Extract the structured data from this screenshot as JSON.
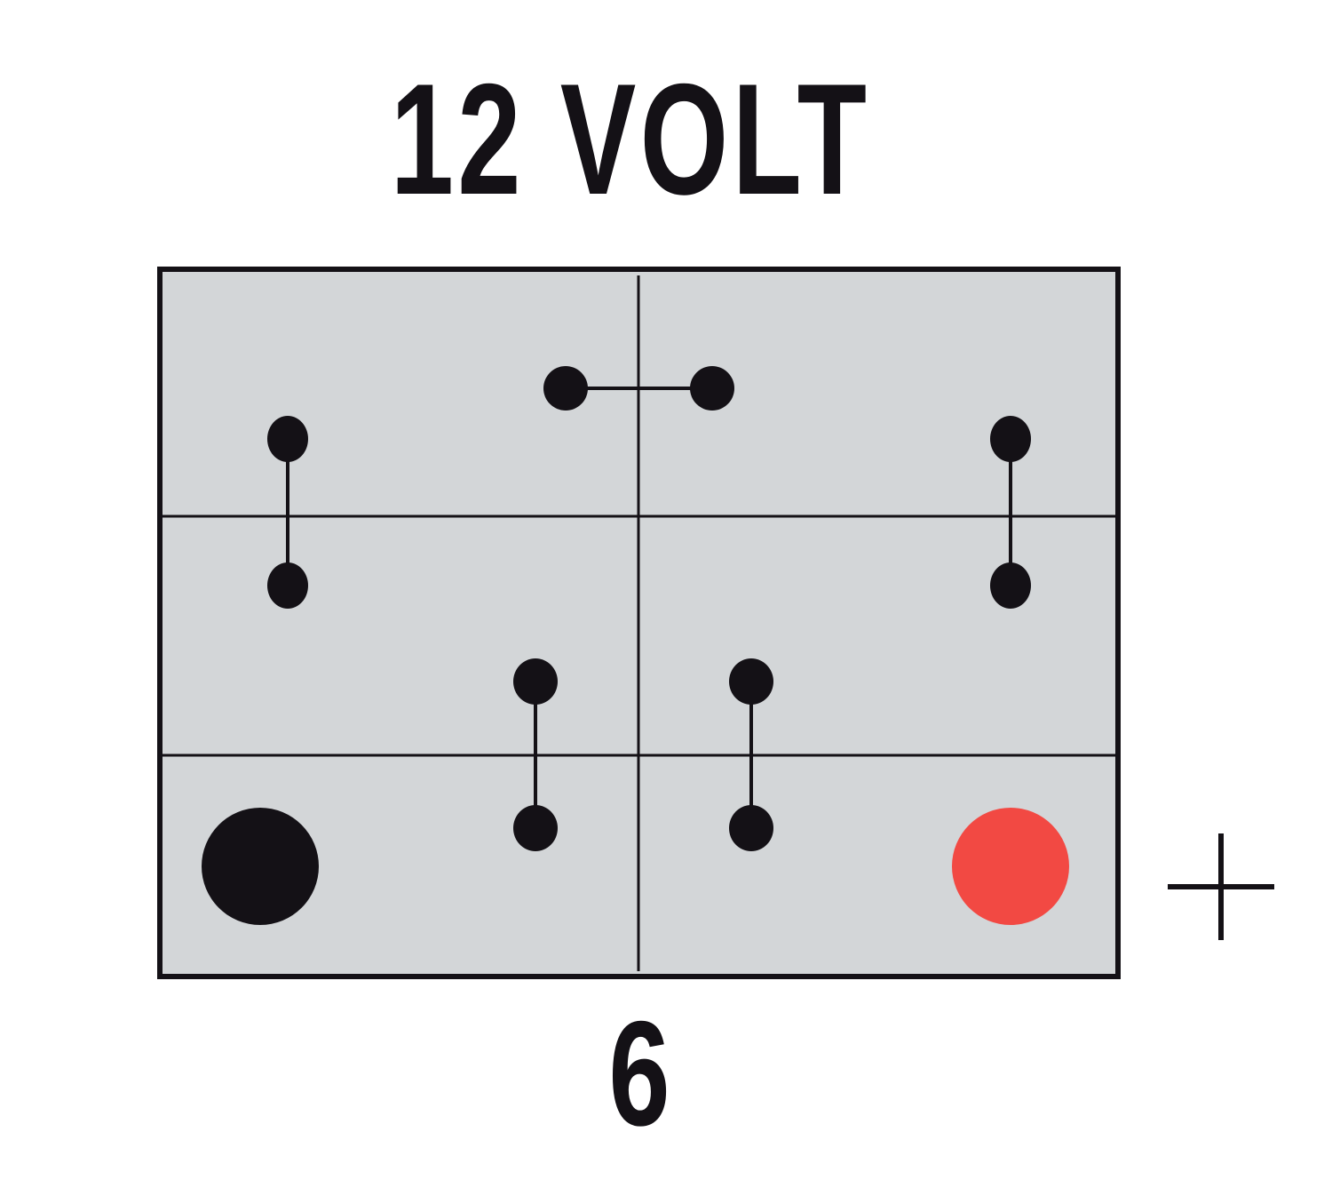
{
  "title": "12 VOLT",
  "layout_number": "6",
  "polarity_symbol": "+",
  "colors": {
    "case_fill": "#d3d6d8",
    "line": "#141116",
    "negative_terminal": "#141116",
    "positive_terminal": "#f24943",
    "background": "#ffffff"
  },
  "battery": {
    "cells": 6,
    "grid": {
      "columns": 2,
      "rows": 3
    },
    "terminals": [
      {
        "name": "negative",
        "position": "bottom-left",
        "color": "#141116"
      },
      {
        "name": "positive",
        "position": "bottom-right",
        "color": "#f24943"
      }
    ],
    "cell_connectors": [
      {
        "from": "top-left cell",
        "to": "middle-left cell",
        "orientation": "vertical"
      },
      {
        "from": "top-left cell",
        "to": "top-right cell",
        "orientation": "horizontal"
      },
      {
        "from": "top-right cell",
        "to": "middle-right cell",
        "orientation": "vertical"
      },
      {
        "from": "middle-left cell",
        "to": "bottom-left cell",
        "orientation": "vertical"
      },
      {
        "from": "middle-right cell",
        "to": "bottom-right cell",
        "orientation": "vertical"
      }
    ]
  }
}
